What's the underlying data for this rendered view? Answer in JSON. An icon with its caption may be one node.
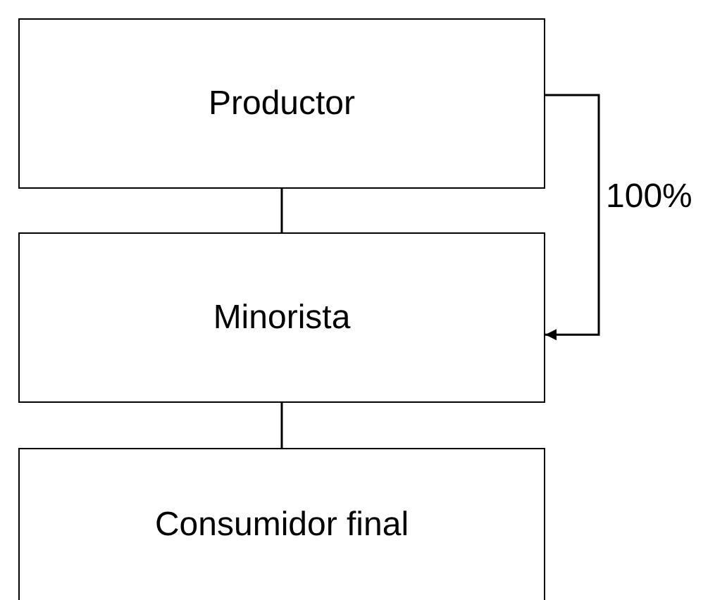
{
  "diagram": {
    "nodes": [
      {
        "text": [
          "Productor"
        ]
      },
      {
        "text": [
          "Minorista"
        ]
      },
      {
        "text": [
          "Consumidor final"
        ]
      }
    ],
    "edges": [
      {
        "from": 0,
        "to": 1,
        "arrow": "none"
      },
      {
        "from": 1,
        "to": 2,
        "arrow": "none"
      },
      {
        "from": 0,
        "to": 1,
        "arrow": "to",
        "label": "100%"
      }
    ]
  }
}
